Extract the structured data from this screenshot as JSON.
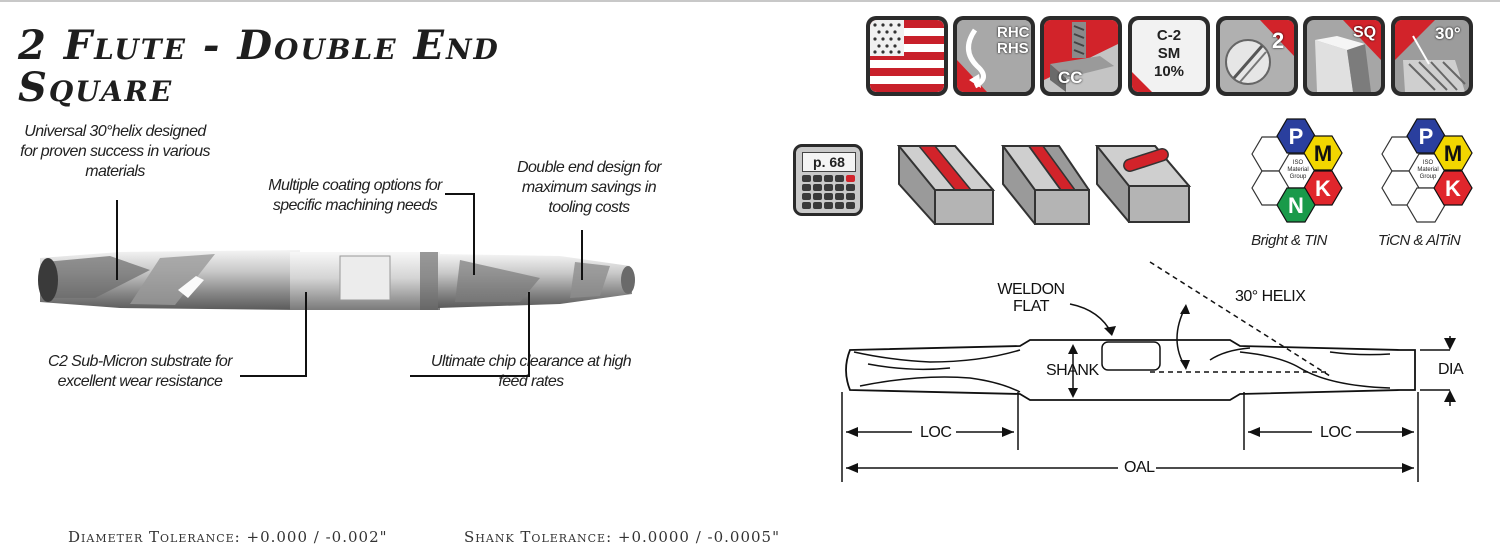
{
  "title": {
    "line1": "2 Flute - Double End",
    "line2": "Square"
  },
  "callouts": {
    "helix": "Universal 30°helix designed\nfor proven success in various\nmaterials",
    "coating": "Multiple coating options for\nspecific machining needs",
    "double_end": "Double end design for\nmaximum savings in\ntooling costs",
    "substrate": "C2 Sub-Micron substrate for\nexcellent wear resistance",
    "chip": "Ultimate chip clearance at high\nfeed rates"
  },
  "badges": {
    "rotation_1": "RHC",
    "rotation_2": "RHS",
    "center_cut": "CC",
    "grade_1": "C-2",
    "grade_2": "SM",
    "grade_3": "10%",
    "flutes": "2",
    "end_style": "SQ",
    "helix_angle": "30°"
  },
  "calculator": {
    "page_ref": "p. 68"
  },
  "iso_groups": [
    {
      "letters": [
        "P",
        "M",
        "K",
        "N"
      ],
      "center_text": "ISO\nMaterial\nGroup",
      "caption": "Bright & TIN"
    },
    {
      "letters": [
        "P",
        "M",
        "K"
      ],
      "center_text": "ISO\nMaterial\nGroup",
      "caption": "TiCN & AlTiN"
    }
  ],
  "diagram": {
    "weldon_1": "WELDON",
    "weldon_2": "FLAT",
    "helix": "30° HELIX",
    "shank": "SHANK",
    "dia": "DIA",
    "loc_left": "LOC",
    "loc_right": "LOC",
    "oal": "OAL"
  },
  "tolerances": {
    "diameter": "Diameter Tolerance: +0.000 / -0.002\"",
    "shank": "Shank Tolerance: +0.0000 / -0.0005\""
  },
  "colors": {
    "iso_p": "#2a3f9e",
    "iso_m": "#f2d600",
    "iso_k": "#e0262c",
    "iso_n": "#1a9a4a",
    "badge_red": "#d2232a"
  }
}
